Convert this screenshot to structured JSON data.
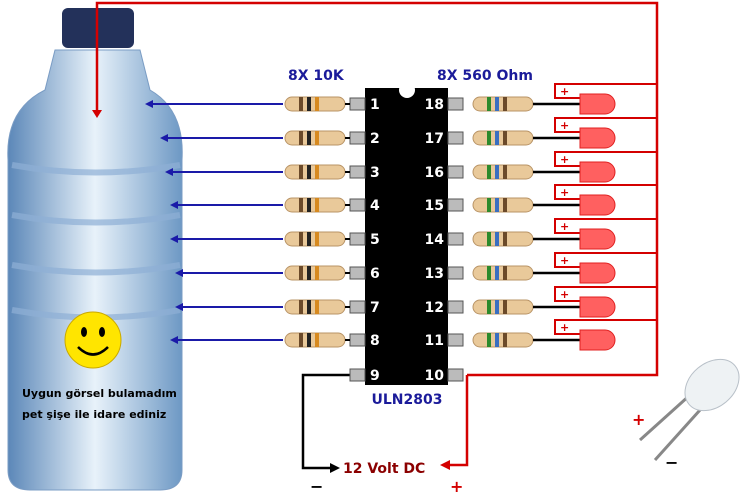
{
  "labels": {
    "left_res": "8X 10K",
    "right_res": "8X 560 Ohm",
    "chip": "ULN2803",
    "power": "12 Volt DC",
    "minus": "−",
    "plus": "+",
    "led_plus": "+",
    "led_minus": "−"
  },
  "note": {
    "line1": "Uygun görsel bulamadım",
    "line2": "pet şişe ile idare ediniz"
  },
  "pins_left": [
    "1",
    "2",
    "3",
    "4",
    "5",
    "6",
    "7",
    "8",
    "9"
  ],
  "pins_right": [
    "18",
    "17",
    "16",
    "15",
    "14",
    "13",
    "12",
    "11",
    "10"
  ],
  "colors": {
    "wire_red": "#d40000",
    "wire_blue": "#1a1aa8",
    "chip": "#000000",
    "resistor": "#e9c99a",
    "led": "#ff6060"
  }
}
